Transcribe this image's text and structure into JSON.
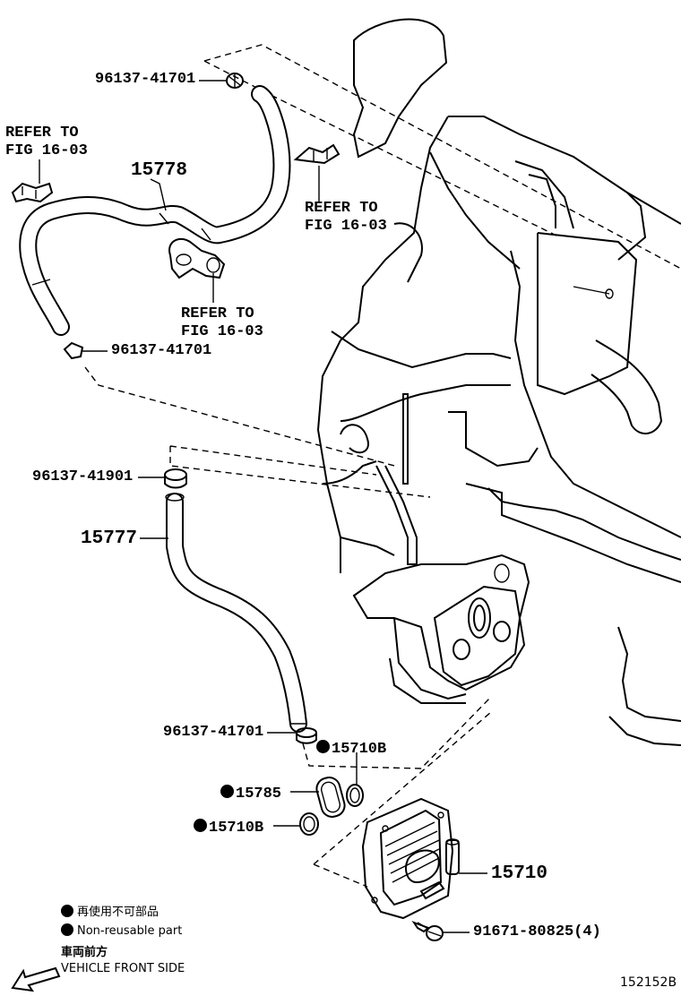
{
  "parts": {
    "clamp_top": "96137-41701",
    "hose_upper": "15778",
    "clamp_mid": "96137-41701",
    "clamp_lower_top": "96137-41901",
    "hose_lower": "15777",
    "clamp_lower_bottom": "96137-41701",
    "oring_b_upper": "15710B",
    "gasket": "15785",
    "oring_b_lower": "15710B",
    "cooler": "15710",
    "bolt": "91671-80825(4)"
  },
  "refs": {
    "ref_left": "REFER TO\nFIG 16-03",
    "ref_right": "REFER TO\nFIG 16-03",
    "ref_center": "REFER TO\nFIG 16-03"
  },
  "legend": {
    "jp": "再使用不可部品",
    "en": "Non-reusable part"
  },
  "front": {
    "jp": "車両前方",
    "en": "VEHICLE FRONT SIDE"
  },
  "figure_code": "152152B"
}
